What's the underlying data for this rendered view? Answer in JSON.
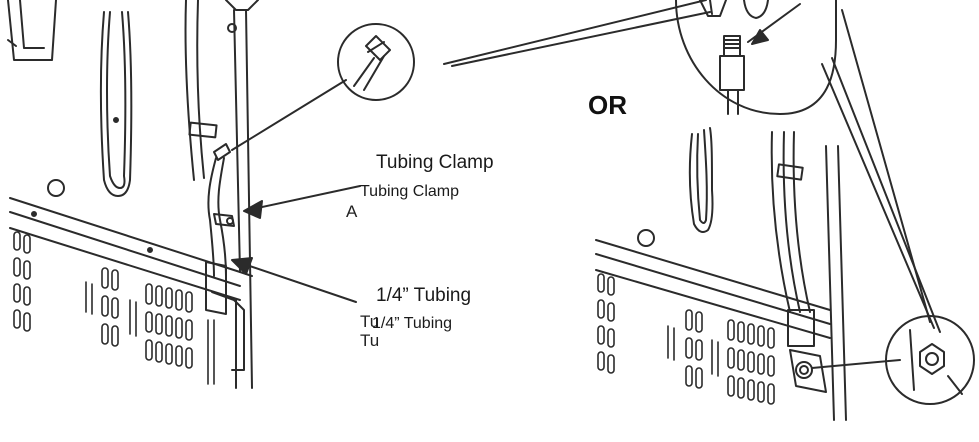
{
  "labels": {
    "tubing_clamp_main": "Tubing Clamp",
    "tubing_clamp_overlay": "Tubing Clamp",
    "tubing_clamp_ghost": "A",
    "tubing_main": "1/4” Tubing",
    "tubing_overlay": "1/4” Tubing",
    "tubing_ghost_1": "Tu",
    "tubing_ghost_2": "Tu",
    "or": "OR"
  }
}
